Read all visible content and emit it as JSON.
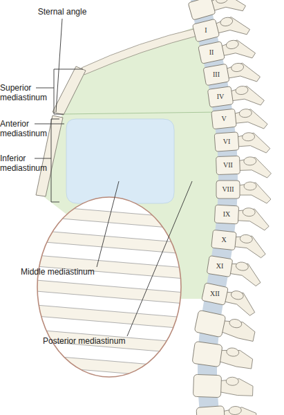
{
  "diagram": {
    "labels": [
      "Sternal angle",
      "Superior mediastinum",
      "Anterior mediastinum",
      "Inferior mediastinum",
      "Middle mediastinum",
      "Posterior mediastinum",
      "I",
      "II",
      "III",
      "IV",
      "V",
      "VI",
      "VII",
      "VIII",
      "IX",
      "X",
      "XI",
      "XII"
    ]
  }
}
